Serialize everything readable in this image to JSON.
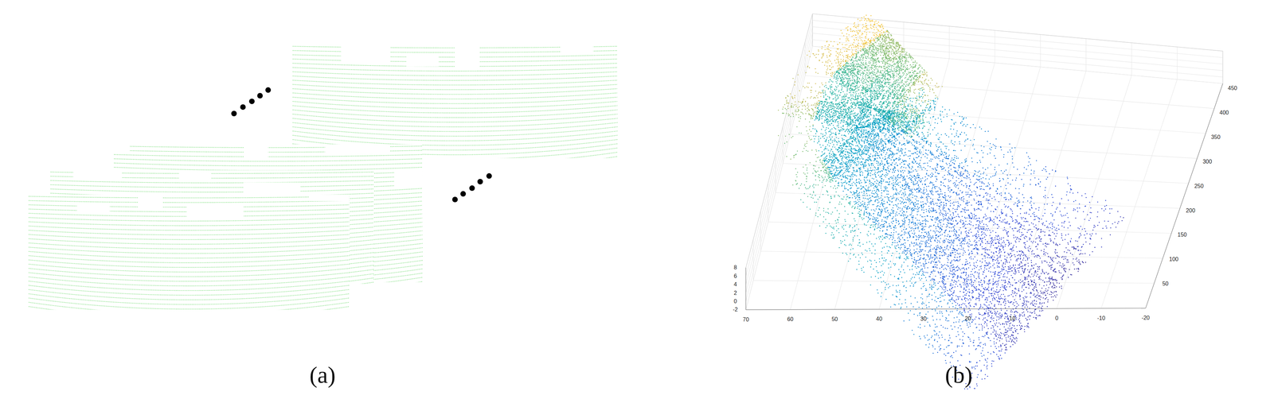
{
  "diagram": {
    "labels": [
      "(a)",
      "(b)",
      "8",
      "6",
      "4",
      "2",
      "0",
      "-2",
      "70",
      "60",
      "50",
      "40",
      "30",
      "20",
      "10",
      "0",
      "-10",
      "-20",
      "50",
      "100",
      "150",
      "200",
      "250",
      "300",
      "350",
      "400",
      "450"
    ]
  }
}
